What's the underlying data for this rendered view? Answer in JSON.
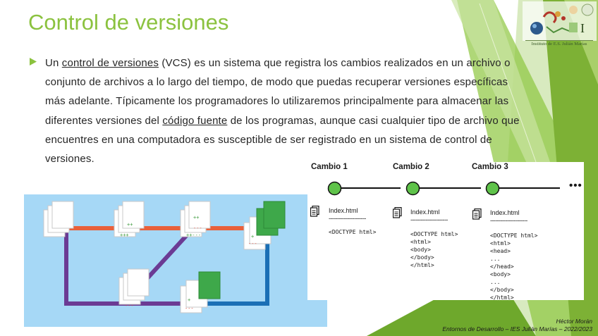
{
  "slide": {
    "title": "Control de versiones",
    "logo_caption": "Instituto de E.S. Julián Marías",
    "bullet": {
      "part1": "Un ",
      "link1": "control de versiones",
      "part2": " (VCS) es un sistema que registra los cambios realizados en un archivo o conjunto de archivos a lo largo del tiempo, de modo que puedas recuperar versiones específicas más adelante. Típicamente los programadores lo utilizaremos principalmente para almacenar las diferentes versiones del ",
      "link2": "código fuente",
      "part3": " de los programas, aunque casi cualquier tipo de archivo que encuentres en una computadora es susceptible de ser registrado en un sistema de control de versiones."
    }
  },
  "commits": {
    "ellipsis": "•••",
    "items": [
      {
        "label": "Cambio 1",
        "file": "Index.html",
        "rule": "----------------------",
        "code": "<DOCTYPE html>"
      },
      {
        "label": "Cambio 2",
        "file": "Index.html",
        "rule": "----------------------",
        "code": "<DOCTYPE html>\n<html>\n<body>\n</body>\n</html>"
      },
      {
        "label": "Cambio 3",
        "file": "Index.html",
        "rule": "----------------------",
        "code": "<DOCTYPE html>\n<html>\n<head>\n...\n</head>\n<body>\n...\n</body>\n</html>"
      }
    ]
  },
  "footer": {
    "author": "Héctor Morán",
    "course": "Entornos de Desarrollo – IES Julián Marías – 2022/2023"
  },
  "colors": {
    "title_green": "#8bc23f",
    "node_green": "#5fc34a",
    "diagram_bg": "#a6d8f6",
    "branch_orange": "#e9603a",
    "branch_purple": "#6b3b94",
    "branch_blue": "#1b6fb5"
  }
}
